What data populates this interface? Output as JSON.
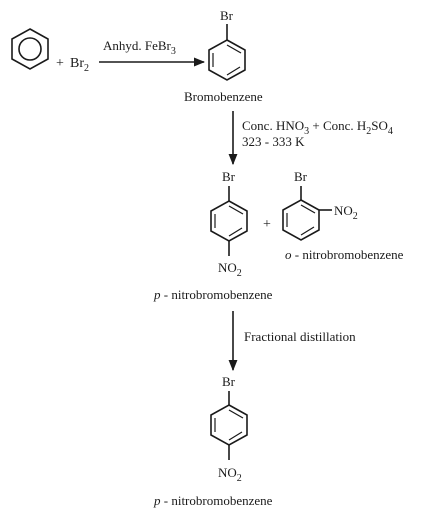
{
  "reactant": {
    "plus": "+",
    "reagent": "Br",
    "reagent_sub": "2"
  },
  "step1": {
    "condition_prefix": "Anhyd. FeBr",
    "condition_sub": "3"
  },
  "product1": {
    "substituent": "Br",
    "name": "Bromobenzene"
  },
  "step2": {
    "line1_a": "Conc. HNO",
    "line1_a_sub": "3",
    "line1_b": " + Conc. H",
    "line1_b_sub": "2",
    "line1_c": "SO",
    "line1_c_sub": "4",
    "line2": "323 - 333 K"
  },
  "para_product": {
    "top": "Br",
    "bottom": "NO",
    "bottom_sub": "2",
    "name_prefix": "p",
    "name_rest": " - nitrobromobenzene"
  },
  "plus_mid": "+",
  "ortho_product": {
    "top": "Br",
    "side": "NO",
    "side_sub": "2",
    "name_prefix": "o",
    "name_rest": " - nitrobromobenzene"
  },
  "step3": {
    "condition": "Fractional distillation"
  },
  "final_product": {
    "top": "Br",
    "bottom": "NO",
    "bottom_sub": "2",
    "name_prefix": "p",
    "name_rest": " - nitrobromobenzene"
  }
}
